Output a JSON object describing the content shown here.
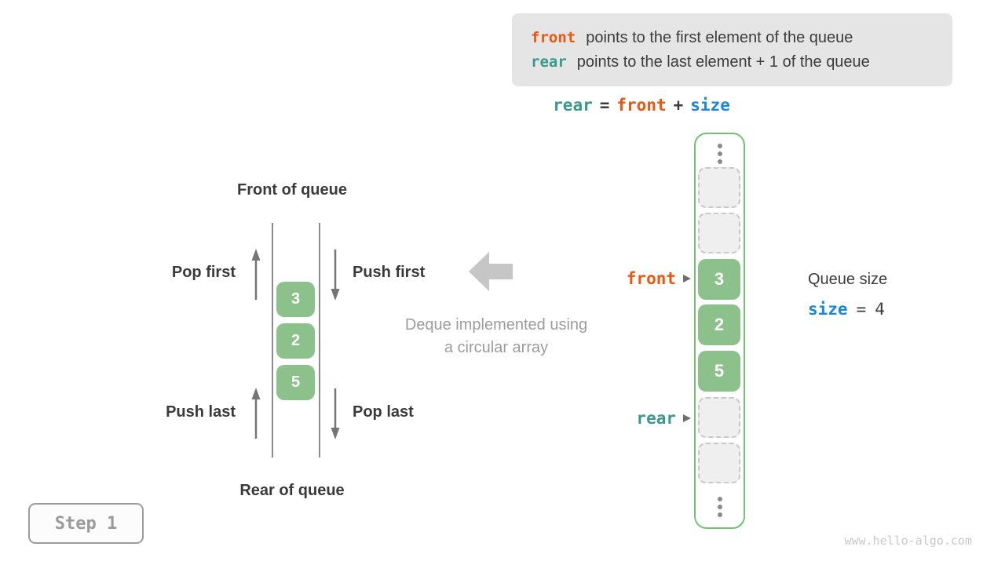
{
  "legend": {
    "lines": [
      {
        "key": "front",
        "text": "points to the first element of the queue"
      },
      {
        "key": "rear",
        "text": "points to the last element + 1 of the queue"
      }
    ]
  },
  "formula": {
    "lhs": "rear",
    "eq": "=",
    "term1": "front",
    "plus": "+",
    "term2": "size"
  },
  "deque": {
    "front_of_queue": "Front of queue",
    "rear_of_queue": "Rear of queue",
    "pop_first": "Pop first",
    "push_first": "Push first",
    "push_last": "Push last",
    "pop_last": "Pop last",
    "values": [
      "3",
      "2",
      "5"
    ]
  },
  "caption": {
    "line1": "Deque implemented using",
    "line2": "a circular array"
  },
  "array": {
    "front_pointer": "front",
    "rear_pointer": "rear",
    "cells": [
      {
        "type": "empty",
        "value": ""
      },
      {
        "type": "empty",
        "value": ""
      },
      {
        "type": "filled",
        "value": "3"
      },
      {
        "type": "filled",
        "value": "2"
      },
      {
        "type": "filled",
        "value": "5"
      },
      {
        "type": "empty",
        "value": ""
      },
      {
        "type": "empty",
        "value": ""
      }
    ]
  },
  "queue_size": {
    "label": "Queue size",
    "var": "size",
    "eq": "=",
    "value": "4"
  },
  "step": {
    "label": "Step 1"
  },
  "watermark": "www.hello-algo.com",
  "colors": {
    "front": "#EC560E",
    "rear": "#38998C",
    "size": "#1787E0",
    "cell_green": "#8CC18C",
    "array_border_green": "#74C173",
    "legend_bg": "#E5E5E5",
    "muted_text": "#9C9C9C"
  }
}
